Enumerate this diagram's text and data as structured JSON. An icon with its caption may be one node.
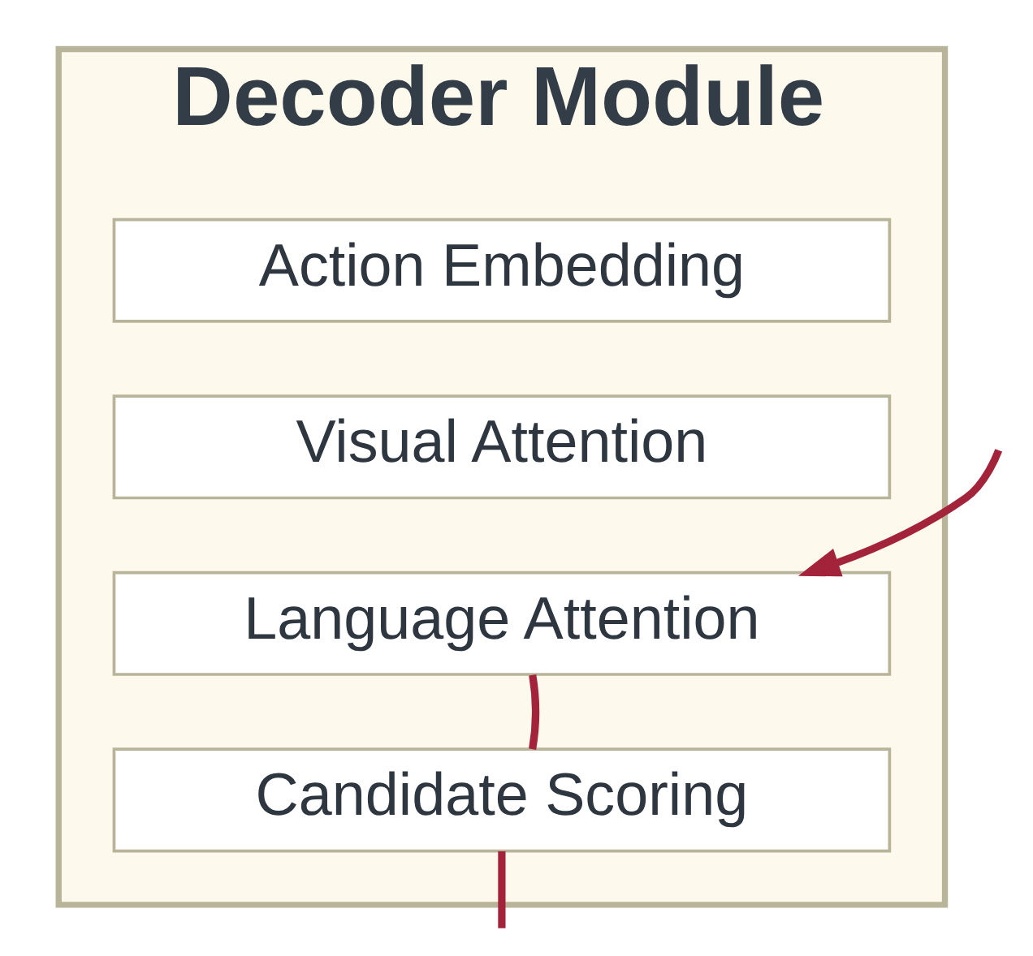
{
  "diagram": {
    "nodes": [
      {
        "text": [
          "Decoder Module"
        ]
      },
      {
        "text": [
          "Action Embedding"
        ],
        "in": 0
      },
      {
        "text": [
          "Visual Attention"
        ],
        "in": 0
      },
      {
        "text": [
          "Language Attention"
        ],
        "in": 0
      },
      {
        "text": [
          "Candidate Scoring"
        ],
        "in": 0
      }
    ],
    "edges": [
      {
        "from": null,
        "to": 3,
        "arrow": "to"
      },
      {
        "from": 3,
        "to": 4,
        "arrow": "none"
      },
      {
        "from": 4,
        "to": null,
        "arrow": "none"
      }
    ]
  }
}
